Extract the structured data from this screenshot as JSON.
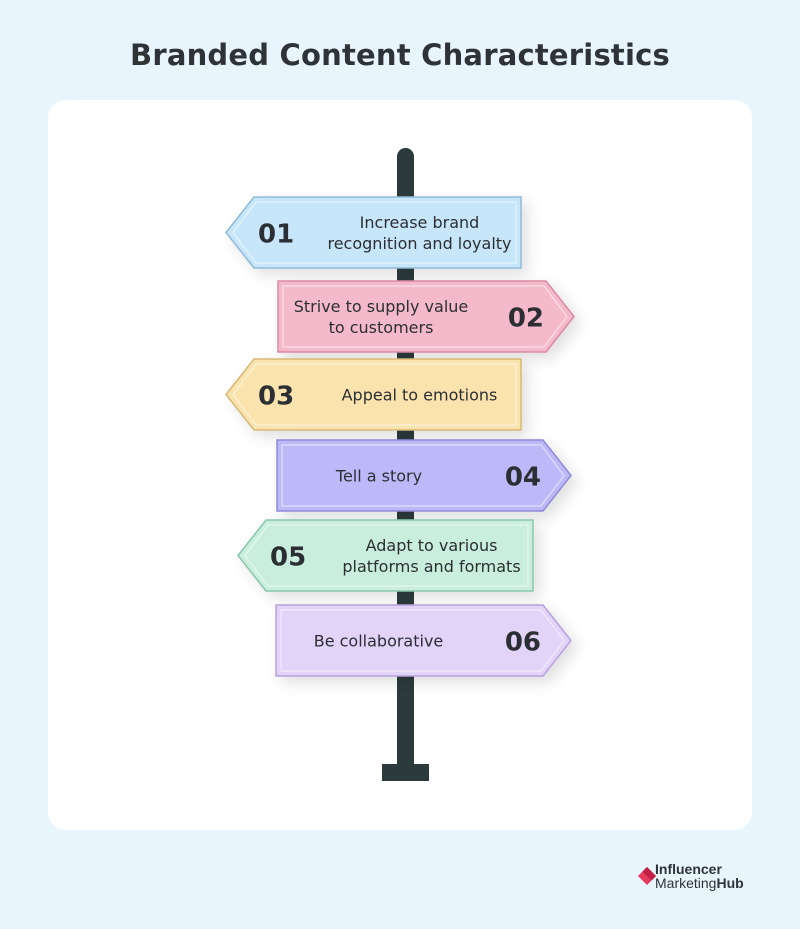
{
  "title": "Branded Content Characteristics",
  "signs": [
    {
      "number": "01",
      "lines": [
        "Increase brand",
        "recognition and loyalty"
      ],
      "direction": "left",
      "fill": "#c7e6f9",
      "stroke": "#8fb9d8"
    },
    {
      "number": "02",
      "lines": [
        "Strive to supply value",
        "to customers"
      ],
      "direction": "right",
      "fill": "#f5b9cc",
      "stroke": "#d98aa3"
    },
    {
      "number": "03",
      "lines": [
        "Appeal to emotions"
      ],
      "direction": "left",
      "fill": "#fbe3ad",
      "stroke": "#d6b877"
    },
    {
      "number": "04",
      "lines": [
        "Tell a story"
      ],
      "direction": "right",
      "fill": "#bdb9f8",
      "stroke": "#8e89d8"
    },
    {
      "number": "05",
      "lines": [
        "Adapt to various",
        "platforms and formats"
      ],
      "direction": "left",
      "fill": "#c9eedd",
      "stroke": "#8ac7aa"
    },
    {
      "number": "06",
      "lines": [
        "Be collaborative"
      ],
      "direction": "right",
      "fill": "#e2d3f9",
      "stroke": "#b5a1dc"
    }
  ],
  "brand": {
    "line1": "Influencer",
    "line2a": "Marketing",
    "line2b": "Hub",
    "color": "#e63a5c"
  },
  "colors": {
    "background": "#e8f5fd",
    "pole": "#2c3a3c"
  }
}
